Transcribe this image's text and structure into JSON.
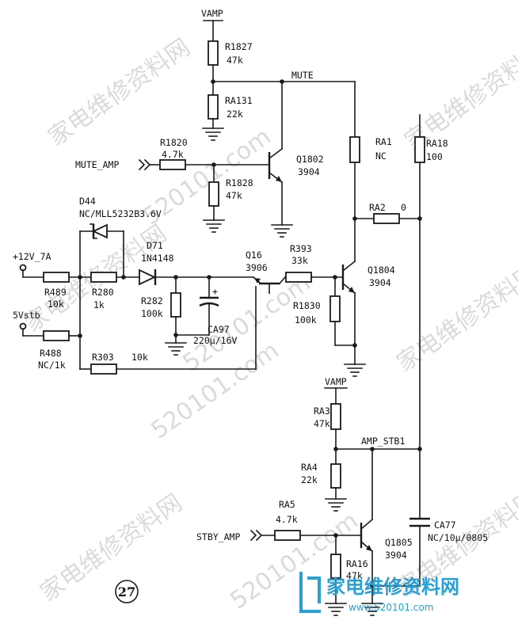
{
  "nets": {
    "vamp_top": "VAMP",
    "vamp_bottom": "VAMP",
    "mute": "MUTE",
    "mute_amp": "MUTE_AMP",
    "v12": "+12V_7A",
    "v5": "5Vstb",
    "amp_stb1": "AMP_STB1",
    "stby_amp": "STBY_AMP"
  },
  "parts": {
    "r1827": {
      "ref": "R1827",
      "val": "47k"
    },
    "ra131": {
      "ref": "RA131",
      "val": "22k"
    },
    "r1820": {
      "ref": "R1820",
      "val": "4.7k"
    },
    "r1828": {
      "ref": "R1828",
      "val": "47k"
    },
    "q1802": {
      "ref": "Q1802",
      "val": "3904"
    },
    "ra1": {
      "ref": "RA1",
      "val": "NC"
    },
    "ra18": {
      "ref": "RA18",
      "val": "100"
    },
    "ra2": {
      "ref": "RA2",
      "val": "0"
    },
    "d44": {
      "ref": "D44",
      "val": "NC/MLL5232B3.6V"
    },
    "d71": {
      "ref": "D71",
      "val": "1N4148"
    },
    "q16": {
      "ref": "Q16",
      "val": "3906"
    },
    "r393": {
      "ref": "R393",
      "val": "33k"
    },
    "q1804": {
      "ref": "Q1804",
      "val": "3904"
    },
    "r489": {
      "ref": "R489",
      "val": "10k"
    },
    "r280": {
      "ref": "R280",
      "val": "1k"
    },
    "r282": {
      "ref": "R282",
      "val": "100k"
    },
    "ca97": {
      "ref": "CA97",
      "val": "220μ/16V"
    },
    "r1830": {
      "ref": "R1830",
      "val": "100k"
    },
    "r488": {
      "ref": "R488",
      "val": "NC/1k"
    },
    "r303": {
      "ref": "R303",
      "val": "10k"
    },
    "ra3": {
      "ref": "RA3",
      "val": "47k"
    },
    "ra4": {
      "ref": "RA4",
      "val": "22k"
    },
    "ra5": {
      "ref": "RA5",
      "val": "4.7k"
    },
    "q1805": {
      "ref": "Q1805",
      "val": "3904"
    },
    "ca77": {
      "ref": "CA77",
      "val": "NC/10μ/0805"
    },
    "ra16": {
      "ref": "RA16",
      "val": "47k"
    }
  },
  "cap_polarity": "+",
  "page_number": "27",
  "watermarks": {
    "cn": "家电维修资料网",
    "url": "520101.com",
    "logo_text": "家电维修资料网",
    "logo_url": "www.520101.com"
  },
  "colors": {
    "ink": "#1a1a1a",
    "watermark": "#d6d6d6",
    "logo": "#2a9fd6"
  }
}
